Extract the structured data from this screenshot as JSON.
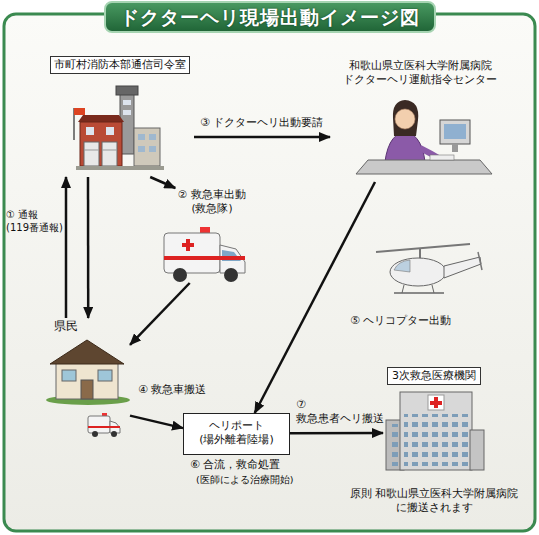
{
  "diagram": {
    "title": "ドクターヘリ現場出動イメージ図",
    "nodes": [
      {
        "text": [
          "市町村消防本部通信司令室"
        ]
      },
      {
        "text": [
          "和歌山県立医科大学附属病院 ドクターヘリ運航指令センター"
        ]
      },
      {
        "text": [
          "② 救急車出動 (救急隊)"
        ]
      },
      {
        "text": [
          "県民"
        ]
      },
      {
        "text": [
          "ヘリポート (場外離着陸場)"
        ]
      },
      {
        "text": [
          "3次救急医療機関",
          "原則 和歌山県立医科大学附属病院 に搬送されます"
        ]
      }
    ],
    "edges": [
      {
        "from": 3,
        "to": 0,
        "arrow": "to",
        "label": "① 通報 (119番通報)"
      },
      {
        "from": 0,
        "to": 3,
        "arrow": "to"
      },
      {
        "from": 0,
        "to": 2,
        "arrow": "to"
      },
      {
        "from": 0,
        "to": 1,
        "arrow": "to",
        "label": "③ ドクターヘリ出動要請"
      },
      {
        "from": 2,
        "to": 3,
        "arrow": "to"
      },
      {
        "from": 3,
        "to": 4,
        "arrow": "to",
        "label": "④ 救急車搬送"
      },
      {
        "from": 1,
        "to": 4,
        "arrow": "to"
      },
      {
        "from": 4,
        "to": 5,
        "arrow": "to",
        "label": "⑦ 救急患者ヘリ搬送"
      }
    ],
    "labels": [
      "⑤ ヘリコプター出動",
      "⑥ 合流，救命処置",
      "(医師による治療開始)"
    ]
  }
}
